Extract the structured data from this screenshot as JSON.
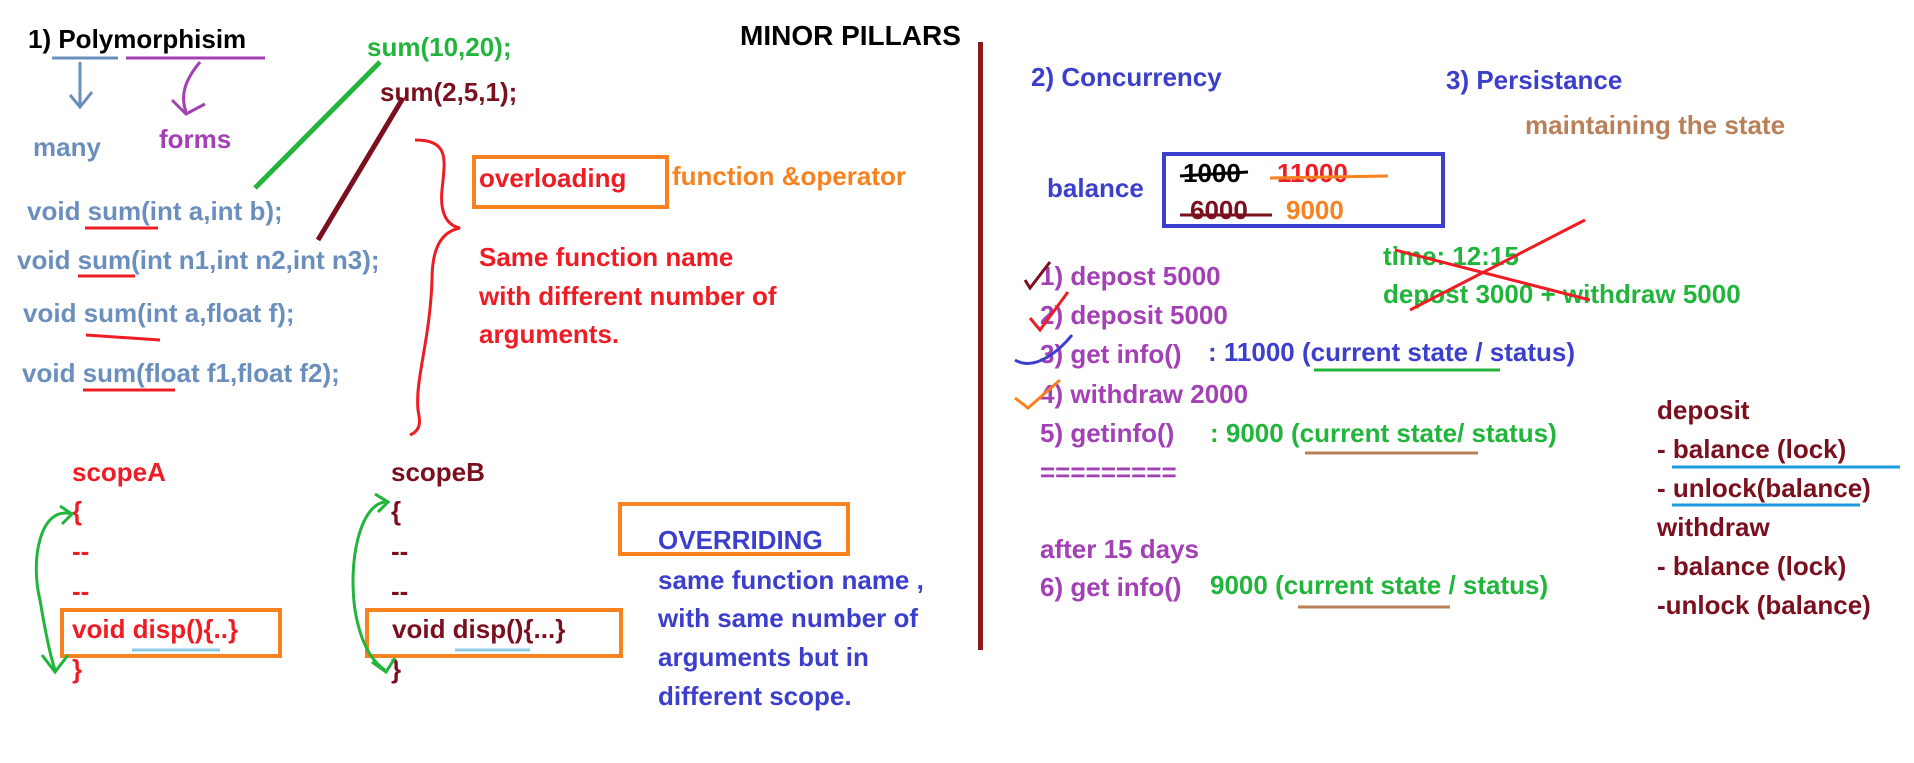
{
  "header": {
    "title": "MINOR PILLARS"
  },
  "polymorphism": {
    "heading": "1) Polymorphisim",
    "many": "many",
    "forms": "forms",
    "call1": "sum(10,20);",
    "call2": "sum(2,5,1);",
    "sig1": "void sum(int a,int b);",
    "sig2": "void sum(int n1,int n2,int n3);",
    "sig3": "void sum(int a,float f);",
    "sig4": "void sum(float f1,float f2);",
    "overloading": "overloading",
    "fn_operator": "function &operator",
    "ol_desc1": "Same function name",
    "ol_desc2": "with different number of",
    "ol_desc3": "arguments."
  },
  "scopes": {
    "scopeA": "scopeA",
    "scopeB": "scopeB",
    "open": "{",
    "dash": "--",
    "close": "}",
    "dispA": "void disp(){..}",
    "dispB": "void disp(){...}"
  },
  "overriding": {
    "title": "OVERRIDING",
    "desc1": "same function name ,",
    "desc2": "with same number of",
    "desc3": "arguments but in",
    "desc4": "different scope."
  },
  "concurrency": {
    "heading": "2) Concurrency",
    "balance_label": "balance",
    "v1000": "1000",
    "v11000": "11000",
    "v6000": "6000",
    "v9000": "9000",
    "time": "time: 12:15",
    "depost_withdraw": "depost 3000 + withdraw 5000",
    "step1": "1) depost 5000",
    "step2": "2) deposit 5000",
    "step3": "3) get info()",
    "step3_val": ": 11000 (current state / status)",
    "step4": "4) withdraw 2000",
    "step5": "5) getinfo()",
    "step5_val": ": 9000 (current state/ status)",
    "sep": "=========",
    "after": "after 15 days",
    "step6": "6) get info()",
    "step6_val": "9000 (current state / status)"
  },
  "persistance": {
    "heading": "3) Persistance",
    "desc": "maintaining the state"
  },
  "locking": {
    "deposit": "deposit",
    "d_lock": "- balance (lock)",
    "d_unlock": "- unlock(balance)",
    "withdraw": "withdraw",
    "w_lock": "- balance (lock)",
    "w_unlock": "-unlock (balance)"
  },
  "colors": {
    "steel_blue": "#6b8fbd",
    "purple": "#a340b5",
    "green": "#21b53b",
    "maroon": "#7a0f1e",
    "red": "#ee1c24",
    "orange": "#f7821f",
    "indigo": "#3c3fcc",
    "tan": "#b9805a"
  }
}
